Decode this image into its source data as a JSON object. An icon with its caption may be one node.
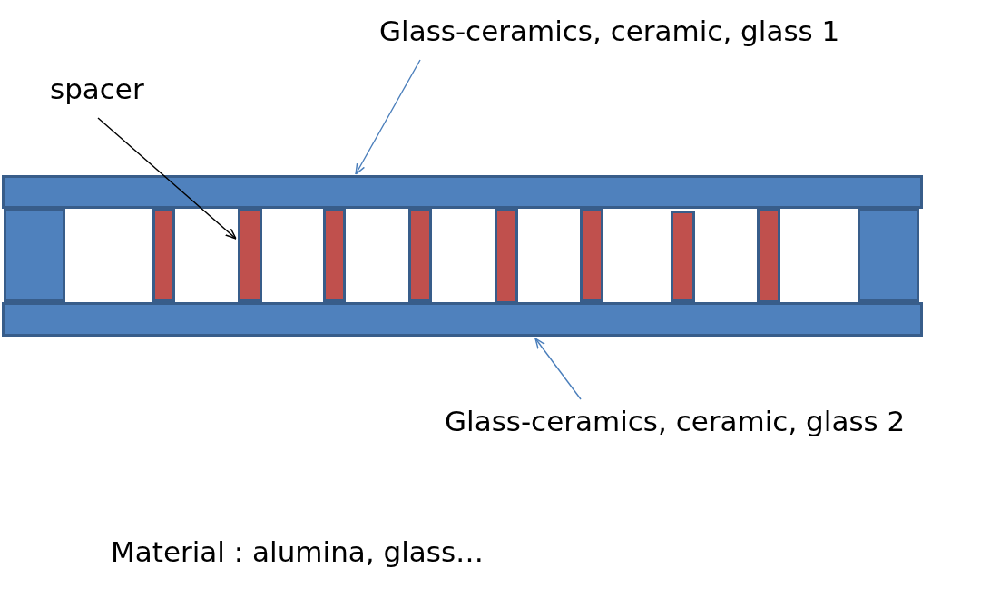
{
  "diagram": {
    "nodes": [
      {
        "text": [
          "Glass-ceramics, ceramic, glass 1"
        ]
      },
      {
        "text": [
          "spacer"
        ]
      },
      {
        "text": [],
        "shape": "bar"
      },
      {
        "text": [],
        "shape": "box"
      },
      {
        "text": [],
        "shape": "bar"
      },
      {
        "text": [],
        "shape": "bar"
      },
      {
        "text": [],
        "shape": "bar"
      },
      {
        "text": [],
        "shape": "bar"
      },
      {
        "text": [],
        "shape": "bar"
      },
      {
        "text": [],
        "shape": "bar"
      },
      {
        "text": [],
        "shape": "bar"
      },
      {
        "text": [],
        "shape": "bar"
      },
      {
        "text": [],
        "shape": "box"
      },
      {
        "text": [],
        "shape": "bar"
      },
      {
        "text": [
          "Glass-ceramics, ceramic, glass 2"
        ]
      }
    ],
    "edges": [
      {
        "from": 0,
        "to": 2,
        "arrow": "to",
        "color": "#4a7ebb"
      },
      {
        "from": 1,
        "to": 5,
        "arrow": "to",
        "color": "#000000"
      },
      {
        "from": 14,
        "to": 13,
        "arrow": "to",
        "color": "#4a7ebb"
      }
    ],
    "labels": [
      "Material : alumina, glass…"
    ]
  }
}
